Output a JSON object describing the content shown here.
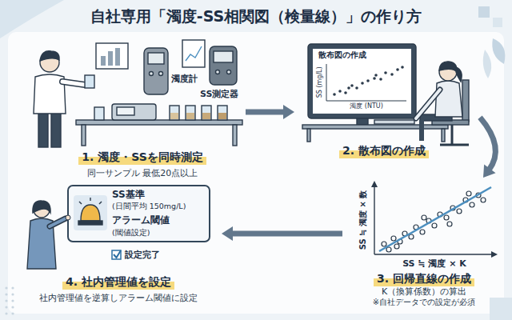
{
  "diagram": {
    "title": "自社専用「濁度-SS相関図（検量線）」の作り方",
    "nodes": [
      {
        "text": [
          "1. 濁度・SSを同時測定",
          "同一サンプル 最低20点以上"
        ]
      },
      {
        "text": [
          "2. 散布図の作成"
        ]
      },
      {
        "text": [
          "3. 回帰直線の作成",
          "K（換算係数）の算出",
          "※自社データでの設定が必須"
        ]
      },
      {
        "text": [
          "4. 社内管理値を設定",
          "社内管理値を逆算しアラーム閾値に設定"
        ]
      }
    ],
    "edges": [
      {
        "from": 0,
        "to": 1,
        "arrow": "to"
      },
      {
        "from": 1,
        "to": 2,
        "arrow": "to"
      },
      {
        "from": 2,
        "to": 3,
        "arrow": "to"
      }
    ],
    "labels": [
      "濁度計",
      "SS測定器",
      "散布図の作成",
      "SS (mg/L)",
      "濁度 (NTU)",
      "SS ≒ 濁度 × 数",
      "SS ≒ 濁度 × K",
      "SS基準",
      "(日間平均 150mg/L)",
      "アラーム閾値",
      "(閾値設定)",
      "設定完了"
    ]
  }
}
